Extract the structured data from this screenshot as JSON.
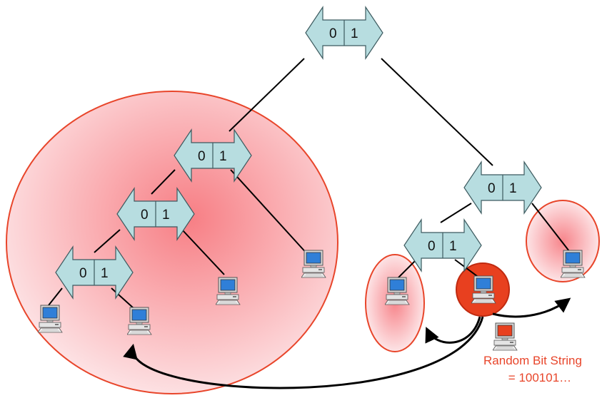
{
  "diagram": {
    "nodes": [
      {
        "id": "root",
        "bit0": "0",
        "bit1": "1"
      },
      {
        "id": "left-l1",
        "bit0": "0",
        "bit1": "1"
      },
      {
        "id": "left-l2",
        "bit0": "0",
        "bit1": "1"
      },
      {
        "id": "left-l3",
        "bit0": "0",
        "bit1": "1"
      },
      {
        "id": "right-l1",
        "bit0": "0",
        "bit1": "1"
      },
      {
        "id": "right-l2",
        "bit0": "0",
        "bit1": "1"
      }
    ],
    "caption": {
      "line1": "Random Bit String",
      "line2": "= 100101…"
    },
    "colors": {
      "node_fill": "#b7dde0",
      "node_stroke": "#3c5a5f",
      "region_edge": "#e8452a",
      "region_center": "#f78a8f",
      "highlight": "#e8401f",
      "edge": "#000000",
      "caption": "#e8452a"
    },
    "icons": [
      "computer-icon"
    ]
  }
}
